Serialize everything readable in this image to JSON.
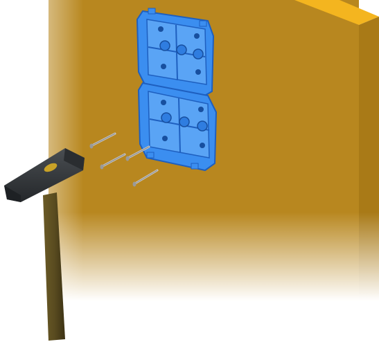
{
  "illustration": {
    "kind": "installation-diagram",
    "wall": {
      "name": "wall",
      "color": "#b8871f",
      "edge_color": "#f4b51f",
      "side_color": "#a97a17"
    },
    "brackets": [
      {
        "name": "upper-bracket",
        "color": "#3b8ef0",
        "outline": "#1e5fbf"
      },
      {
        "name": "lower-bracket",
        "color": "#3b8ef0",
        "outline": "#1e5fbf"
      }
    ],
    "nails": {
      "count": 4,
      "color": "#c8c8c8"
    },
    "hammer": {
      "head_color": "#3a3d40",
      "handle_color": "#5a4c20",
      "accent_color": "#c9a227"
    }
  }
}
